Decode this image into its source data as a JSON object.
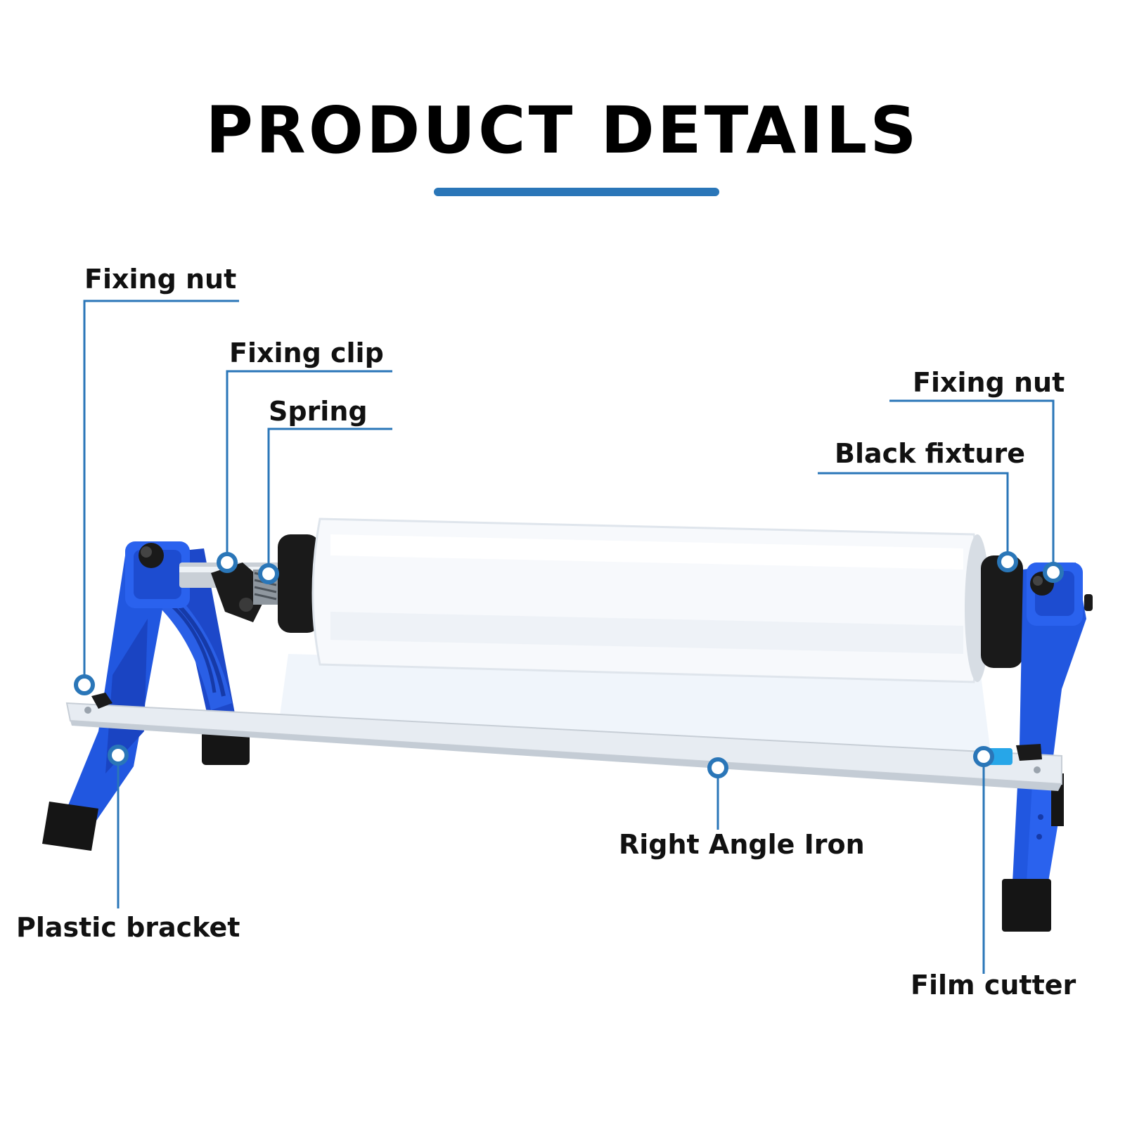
{
  "title": "PRODUCT DETAILS",
  "accent_color": "#2a76b8",
  "frame_color": "#1f4fd6",
  "labels": {
    "fixing_nut_left": "Fixing nut",
    "fixing_clip": "Fixing clip",
    "spring": "Spring",
    "fixing_nut_right": "Fixing nut",
    "black_fixture": "Black fixture",
    "right_angle_iron": "Right Angle Iron",
    "plastic_bracket": "Plastic bracket",
    "film_cutter": "Film cutter"
  }
}
